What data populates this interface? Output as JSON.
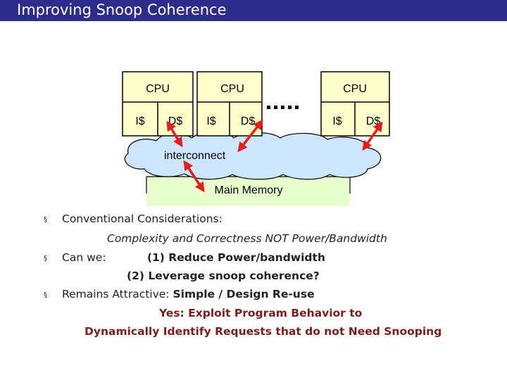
{
  "title": "Improving Snoop Coherence",
  "diagram": {
    "cpu_label": "CPU",
    "icache_label": "I$",
    "dcache_label": "D$",
    "interconnect_label": "interconnect",
    "memory_label": "Main Memory"
  },
  "bullets": [
    {
      "marker": "§",
      "text": "Conventional Considerations:"
    },
    {
      "text": "Complexity and Correctness NOT Power/Bandwidth"
    },
    {
      "marker": "§",
      "prefix": "Can we:",
      "text": "(1) Reduce Power/bandwidth"
    },
    {
      "text": "(2) Leverage snoop coherence?"
    },
    {
      "marker": "§",
      "prefix": "Remains Attractive:",
      "text": "Simple / Design Re-use"
    },
    {
      "text": "Yes: Exploit Program Behavior to"
    },
    {
      "text": "Dynamically Identify Requests that do not Need Snooping"
    }
  ],
  "colors": {
    "title_bar": "#2e2c8a",
    "cpu_box": "#ffffcc",
    "cloud": "#cce6ff",
    "memory": "#e6ffcc",
    "arrow": "#e81c1c",
    "emphasis": "#7a1d1d"
  }
}
